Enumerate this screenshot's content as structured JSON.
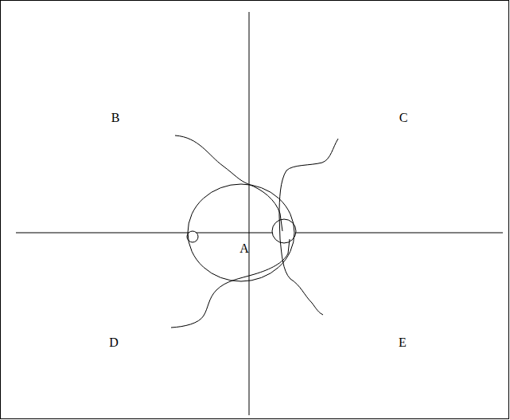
{
  "diagram": {
    "nodes": [
      {
        "text": [
          "A"
        ]
      }
    ],
    "labels": [
      "B",
      "C",
      "D",
      "E"
    ]
  }
}
